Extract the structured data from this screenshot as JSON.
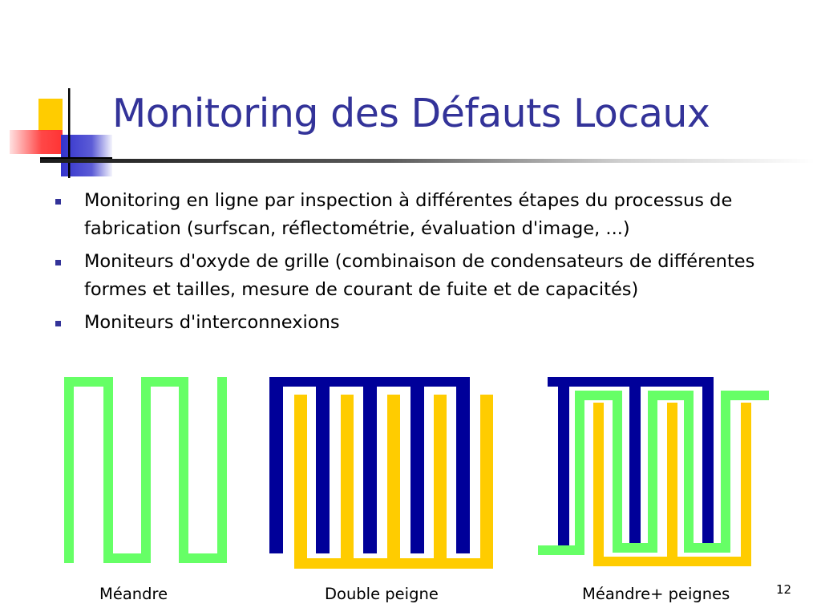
{
  "slide": {
    "title": "Monitoring des Défauts Locaux",
    "bullets": [
      "Monitoring en ligne par inspection à différentes étapes du processus de fabrication (surfscan, réflectométrie, évaluation d'image, ...)",
      "Moniteurs d'oxyde de grille (combinaison de condensateurs de différentes formes et tailles, mesure de courant de fuite et de capacités)",
      "Moniteurs d'interconnexions"
    ],
    "page_number": "12"
  },
  "diagrams": {
    "captions": [
      "Méandre",
      "Double peigne",
      "Méandre+ peignes"
    ],
    "colors": {
      "meander": "#66ff66",
      "comb_a": "#000099",
      "comb_b": "#ffcc00"
    }
  },
  "logo": {
    "colors": {
      "yellow": "#ffcc00",
      "red": "#ff3333",
      "blue": "#3333cc",
      "line": "#000000"
    }
  }
}
